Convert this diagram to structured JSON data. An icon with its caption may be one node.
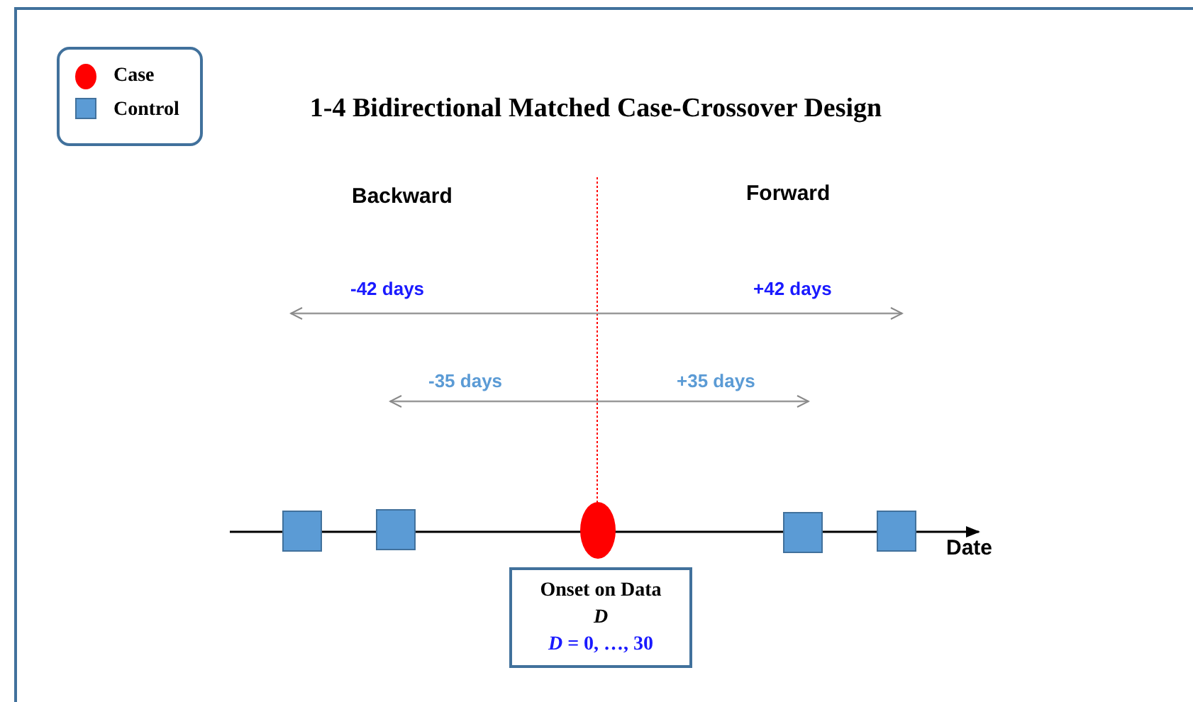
{
  "diagram": {
    "title": "1-4 Bidirectional Matched Case-Crossover Design",
    "nodes": [
      {
        "text": [],
        "shape": "box"
      },
      {
        "text": [],
        "shape": "box"
      },
      {
        "text": [],
        "shape": "ellipse"
      },
      {
        "text": [],
        "shape": "box"
      },
      {
        "text": [],
        "shape": "box"
      },
      {
        "text": [
          "Onset on Data *D*",
          "*D* = 0, …, 30"
        ]
      }
    ],
    "edges": [],
    "labels": [
      "Backward",
      "Forward",
      "-42 days",
      "+42 days",
      "-35 days",
      "+35 days",
      "Date"
    ],
    "legend": [
      {
        "text": "Case",
        "color": "#ff0000"
      },
      {
        "text": "Control",
        "color": "#5b9bd5"
      }
    ]
  }
}
